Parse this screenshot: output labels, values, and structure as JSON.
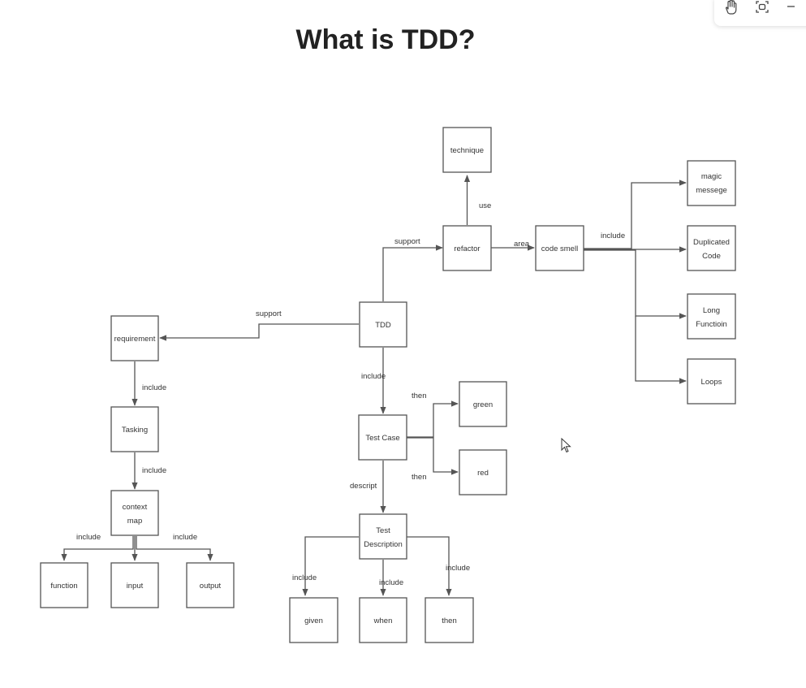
{
  "title": "What is TDD?",
  "toolbar": {
    "icons": [
      "hand-icon",
      "fit-view-icon",
      "minimize-icon"
    ]
  },
  "nodes": {
    "technique": [
      "technique"
    ],
    "refactor": [
      "refactor"
    ],
    "code_smell": [
      "code smell"
    ],
    "magic_messege": [
      "magic",
      "messege"
    ],
    "duplicated_code": [
      "Duplicated",
      "Code"
    ],
    "long_function": [
      "Long",
      "Functioin"
    ],
    "loops": [
      "Loops"
    ],
    "tdd": [
      "TDD"
    ],
    "requirement": [
      "requirement"
    ],
    "tasking": [
      "Tasking"
    ],
    "context_map": [
      "context",
      "map"
    ],
    "function": [
      "function"
    ],
    "input": [
      "input"
    ],
    "output": [
      "output"
    ],
    "test_case": [
      "Test Case"
    ],
    "green": [
      "green"
    ],
    "red": [
      "red"
    ],
    "test_description": [
      "Test",
      "Description"
    ],
    "given": [
      "given"
    ],
    "when": [
      "when"
    ],
    "then": [
      "then"
    ]
  },
  "edge_labels": {
    "use": "use",
    "support_refactor": "support",
    "area": "area",
    "include_smells": "include",
    "support_requirement": "support",
    "include_test_case": "include",
    "include_tasking": "include",
    "include_context": "include",
    "include_function": "include",
    "include_output": "include",
    "then_green": "then",
    "then_red": "then",
    "descript": "descript",
    "include_given": "include",
    "include_when": "include",
    "include_then": "include"
  }
}
